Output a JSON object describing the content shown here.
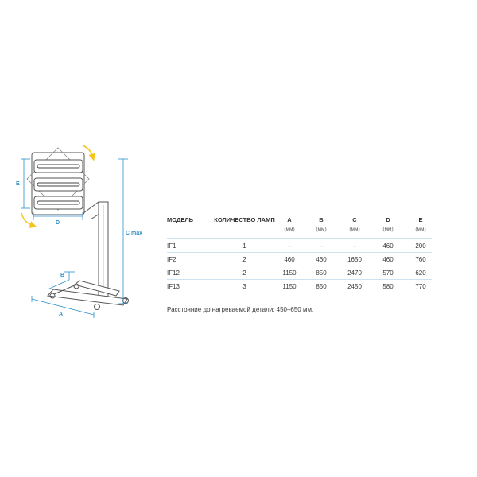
{
  "diagram": {
    "labels": {
      "a": "A",
      "b": "B",
      "c": "C max",
      "d": "D",
      "e": "E"
    },
    "colors": {
      "dimension": "#2b8fc9",
      "rotation_arrow": "#f5c518",
      "frame": "#555555"
    }
  },
  "table": {
    "headers": [
      {
        "label": "МОДЕЛЬ",
        "unit": ""
      },
      {
        "label": "КОЛИЧЕСТВО ЛАМП",
        "unit": ""
      },
      {
        "label": "A",
        "unit": "(мм)"
      },
      {
        "label": "B",
        "unit": "(мм)"
      },
      {
        "label": "C",
        "unit": "(мм)"
      },
      {
        "label": "D",
        "unit": "(мм)"
      },
      {
        "label": "E",
        "unit": "(мм)"
      }
    ],
    "rows": [
      [
        "IF1",
        "1",
        "–",
        "–",
        "–",
        "460",
        "200"
      ],
      [
        "IF2",
        "2",
        "460",
        "460",
        "1650",
        "460",
        "760"
      ],
      [
        "IF12",
        "2",
        "1150",
        "850",
        "2470",
        "570",
        "620"
      ],
      [
        "IF13",
        "3",
        "1150",
        "850",
        "2450",
        "580",
        "770"
      ]
    ]
  },
  "note": "Расстояние до нагреваемой детали: 450–650 мм."
}
